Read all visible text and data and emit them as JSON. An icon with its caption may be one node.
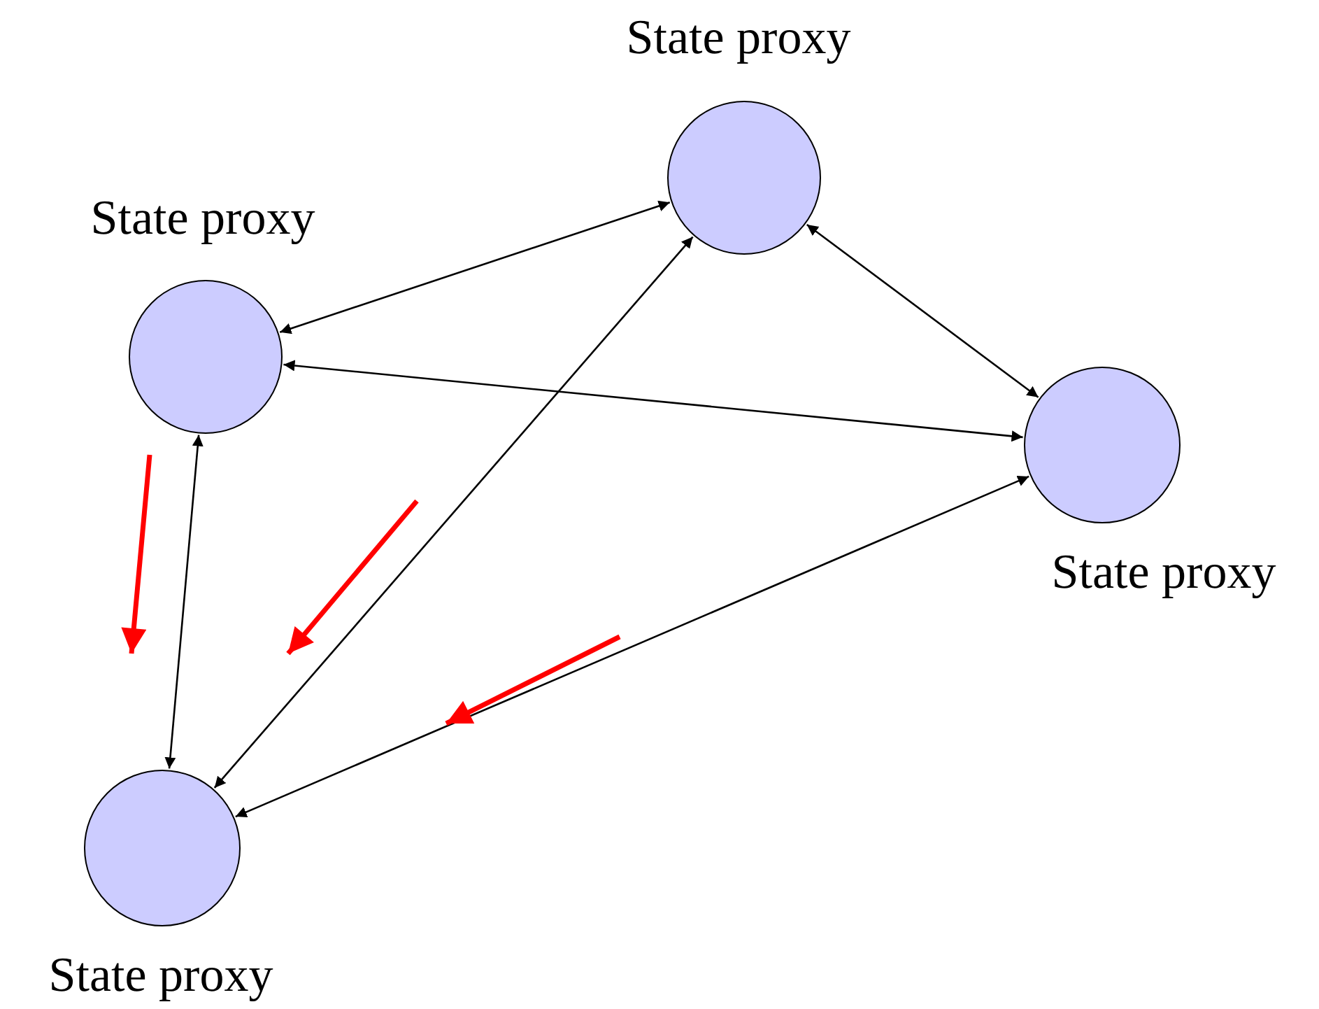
{
  "diagram": {
    "nodes": [
      {
        "text": [
          "State proxy"
        ]
      },
      {
        "text": [
          "State proxy"
        ]
      },
      {
        "text": [
          "State proxy"
        ]
      },
      {
        "text": [
          "State proxy"
        ]
      }
    ],
    "edges": [
      {
        "from": 0,
        "to": 1,
        "arrow": "both"
      },
      {
        "from": 0,
        "to": 2,
        "arrow": "both"
      },
      {
        "from": 1,
        "to": 2,
        "arrow": "both"
      },
      {
        "from": 1,
        "to": 3,
        "arrow": "both"
      },
      {
        "from": 0,
        "to": 3,
        "arrow": "both"
      },
      {
        "from": 2,
        "to": 3,
        "arrow": "both"
      }
    ]
  }
}
